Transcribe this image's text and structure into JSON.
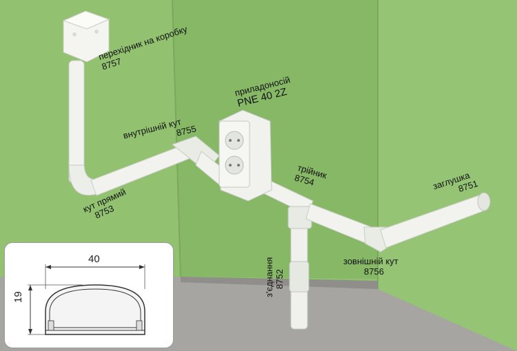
{
  "labels": {
    "adapter_box": {
      "name": "перехідник на коробку",
      "code": "8757"
    },
    "device_holder": {
      "name": "приладоносій",
      "model": "PNE 40 2Z"
    },
    "inner_corner": {
      "name": "внутрішній кут",
      "code": "8755"
    },
    "tee": {
      "name": "трійник",
      "code": "8754"
    },
    "end_cap": {
      "name": "заглушка",
      "code": "8751"
    },
    "straight_elbow": {
      "name": "кут прямий",
      "code": "8753"
    },
    "outer_corner": {
      "name": "зовнішній кут",
      "code": "8756"
    },
    "joint": {
      "name": "з'єднання",
      "code": "8752"
    }
  },
  "profile": {
    "width": "40",
    "height": "19"
  },
  "colors": {
    "wall": "#8fc06d",
    "wall_shadow": "#7eae60",
    "floor": "#a4a39f",
    "duct": "#f2f3ef",
    "duct_shade": "#cfd3cc"
  }
}
